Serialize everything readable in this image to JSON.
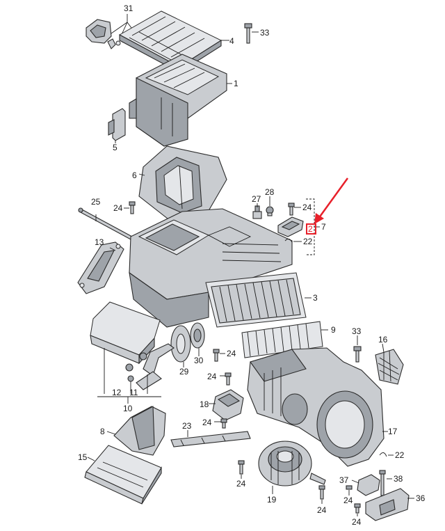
{
  "diagram": {
    "callouts": [
      {
        "id": "c31",
        "text": "31"
      },
      {
        "id": "c4",
        "text": "4"
      },
      {
        "id": "c33a",
        "text": "33"
      },
      {
        "id": "c1",
        "text": "1"
      },
      {
        "id": "c5",
        "text": "5"
      },
      {
        "id": "c6",
        "text": "6"
      },
      {
        "id": "c25",
        "text": "25"
      },
      {
        "id": "c24a",
        "text": "24"
      },
      {
        "id": "c28",
        "text": "28"
      },
      {
        "id": "c27",
        "text": "27"
      },
      {
        "id": "c24b",
        "text": "24"
      },
      {
        "id": "c2",
        "text": "2"
      },
      {
        "id": "c7",
        "text": "7"
      },
      {
        "id": "c22a",
        "text": "22"
      },
      {
        "id": "c13",
        "text": "13"
      },
      {
        "id": "c3",
        "text": "3"
      },
      {
        "id": "c9",
        "text": "9"
      },
      {
        "id": "c33b",
        "text": "33"
      },
      {
        "id": "c16",
        "text": "16"
      },
      {
        "id": "c24c",
        "text": "24"
      },
      {
        "id": "c29",
        "text": "29"
      },
      {
        "id": "c30",
        "text": "30"
      },
      {
        "id": "c24d",
        "text": "24"
      },
      {
        "id": "c12",
        "text": "12"
      },
      {
        "id": "c11",
        "text": "11"
      },
      {
        "id": "c10",
        "text": "10"
      },
      {
        "id": "c18",
        "text": "18"
      },
      {
        "id": "c24e",
        "text": "24"
      },
      {
        "id": "c8",
        "text": "8"
      },
      {
        "id": "c23",
        "text": "23"
      },
      {
        "id": "c17",
        "text": "17"
      },
      {
        "id": "c15",
        "text": "15"
      },
      {
        "id": "c22b",
        "text": "22"
      },
      {
        "id": "c24f",
        "text": "24"
      },
      {
        "id": "c37",
        "text": "37"
      },
      {
        "id": "c38",
        "text": "38"
      },
      {
        "id": "c19",
        "text": "19"
      },
      {
        "id": "c24g",
        "text": "24"
      },
      {
        "id": "c36",
        "text": "36"
      },
      {
        "id": "c24h",
        "text": "24"
      },
      {
        "id": "c24i",
        "text": "24"
      }
    ],
    "highlight_color": "#e8202a",
    "line_color": "#1a1a1a",
    "part_color": "#c9ccd0"
  }
}
